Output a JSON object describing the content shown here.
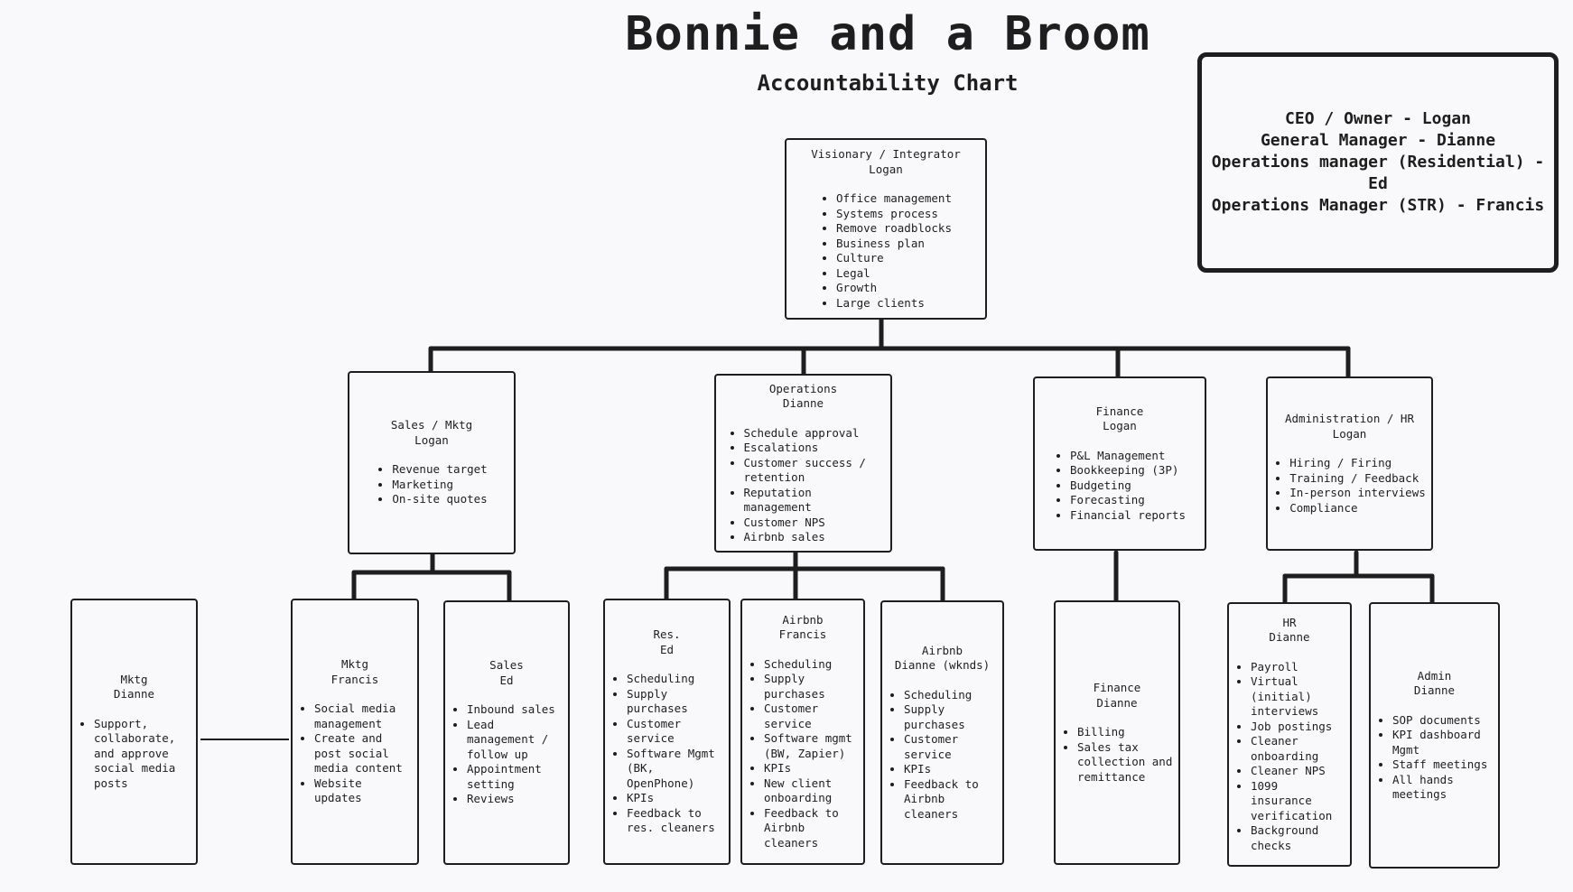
{
  "header": {
    "title": "Bonnie and a Broom",
    "subtitle": "Accountability Chart"
  },
  "legend": {
    "lines": [
      "CEO / Owner - Logan",
      "General Manager - Dianne",
      "Operations manager (Residential) - Ed",
      "Operations Manager (STR) - Francis"
    ]
  },
  "chart": {
    "visionary": {
      "role": "Visionary / Integrator",
      "person": "Logan",
      "items": [
        "Office management",
        "Systems process",
        "Remove roadblocks",
        "Business plan",
        "Culture",
        "Legal",
        "Growth",
        "Large clients"
      ]
    },
    "sales_mktg": {
      "role": "Sales / Mktg",
      "person": "Logan",
      "items": [
        "Revenue target",
        "Marketing",
        "On-site quotes"
      ]
    },
    "operations": {
      "role": "Operations",
      "person": "Dianne",
      "items": [
        "Schedule approval",
        "Escalations",
        "Customer success / retention",
        "Reputation management",
        "Customer NPS",
        "Airbnb sales"
      ]
    },
    "finance": {
      "role": "Finance",
      "person": "Logan",
      "items": [
        "P&L Management",
        "Bookkeeping (3P)",
        "Budgeting",
        "Forecasting",
        "Financial reports"
      ]
    },
    "admin_hr": {
      "role": "Administration / HR",
      "person": "Logan",
      "items": [
        "Hiring / Firing",
        "Training / Feedback",
        "In-person interviews",
        "Compliance"
      ]
    },
    "mktg_dianne": {
      "role": "Mktg",
      "person": "Dianne",
      "items": [
        "Support, collaborate, and approve social media posts"
      ]
    },
    "mktg_francis": {
      "role": "Mktg",
      "person": "Francis",
      "items": [
        "Social media management",
        "Create and post social media content",
        "Website updates"
      ]
    },
    "sales_ed": {
      "role": "Sales",
      "person": "Ed",
      "items": [
        "Inbound sales",
        "Lead management / follow up",
        "Appointment setting",
        "Reviews"
      ]
    },
    "res_ed": {
      "role": "Res.",
      "person": "Ed",
      "items": [
        "Scheduling",
        "Supply purchases",
        "Customer service",
        "Software Mgmt (BK, OpenPhone)",
        "KPIs",
        "Feedback to res. cleaners"
      ]
    },
    "airbnb_francis": {
      "role": "Airbnb",
      "person": "Francis",
      "items": [
        "Scheduling",
        "Supply purchases",
        "Customer service",
        "Software mgmt (BW, Zapier)",
        "KPIs",
        "New client onboarding",
        "Feedback to Airbnb cleaners"
      ]
    },
    "airbnb_dianne": {
      "role": "Airbnb",
      "person": "Dianne (wknds)",
      "items": [
        "Scheduling",
        "Supply purchases",
        "Customer service",
        "KPIs",
        "Feedback to Airbnb cleaners"
      ]
    },
    "finance_dianne": {
      "role": "Finance",
      "person": "Dianne",
      "items": [
        "Billing",
        "Sales tax collection and remittance"
      ]
    },
    "hr_dianne": {
      "role": "HR",
      "person": "Dianne",
      "items": [
        "Payroll",
        "Virtual (initial) interviews",
        "Job postings",
        "Cleaner onboarding",
        "Cleaner NPS",
        "1099 insurance verification",
        "Background checks"
      ]
    },
    "admin_dianne": {
      "role": "Admin",
      "person": "Dianne",
      "items": [
        "SOP documents",
        "KPI dashboard Mgmt",
        "Staff meetings",
        "All hands meetings"
      ]
    }
  }
}
